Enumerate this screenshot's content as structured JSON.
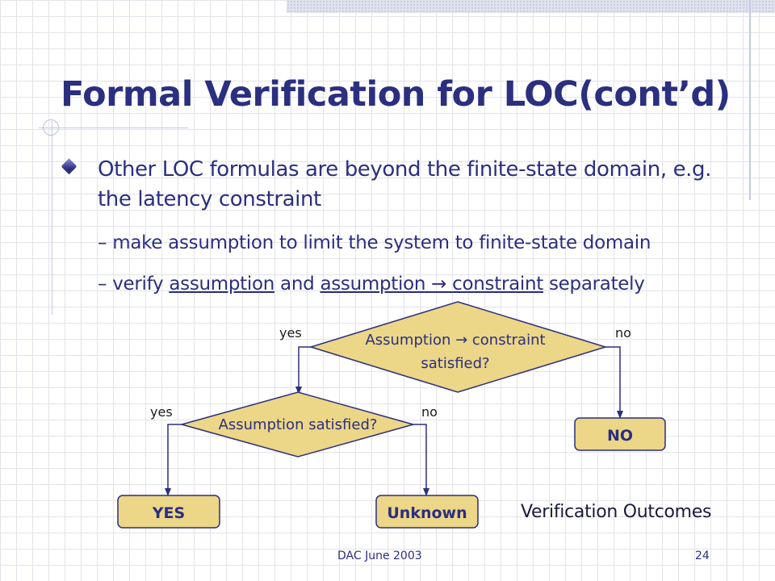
{
  "slide": {
    "title": "Formal Verification for LOC(cont’d)",
    "bullet": "Other LOC formulas are beyond the finite-state domain, e.g. the latency constraint",
    "sub1": "– make assumption to limit the system to finite-state domain",
    "sub2": {
      "prefix": "– verify ",
      "u1": "assumption",
      "mid": " and ",
      "u2": "assumption  → constraint",
      "suffix": " separately"
    },
    "caption": "Verification Outcomes",
    "footer_left": "DAC June 2003",
    "footer_right": "24"
  },
  "flowchart": {
    "decision1": {
      "line1": "Assumption  → constraint",
      "line2": "satisfied?"
    },
    "decision2": {
      "label": "Assumption satisfied?"
    },
    "labels": {
      "yes1": "yes",
      "no1": "no",
      "yes2": "yes",
      "no2": "no"
    },
    "outcomes": {
      "yes": "YES",
      "unknown": "Unknown",
      "no": "NO"
    },
    "colors": {
      "fill": "#ecd687",
      "stroke": "#2b2f7f",
      "text": "#2b2f7f"
    }
  }
}
